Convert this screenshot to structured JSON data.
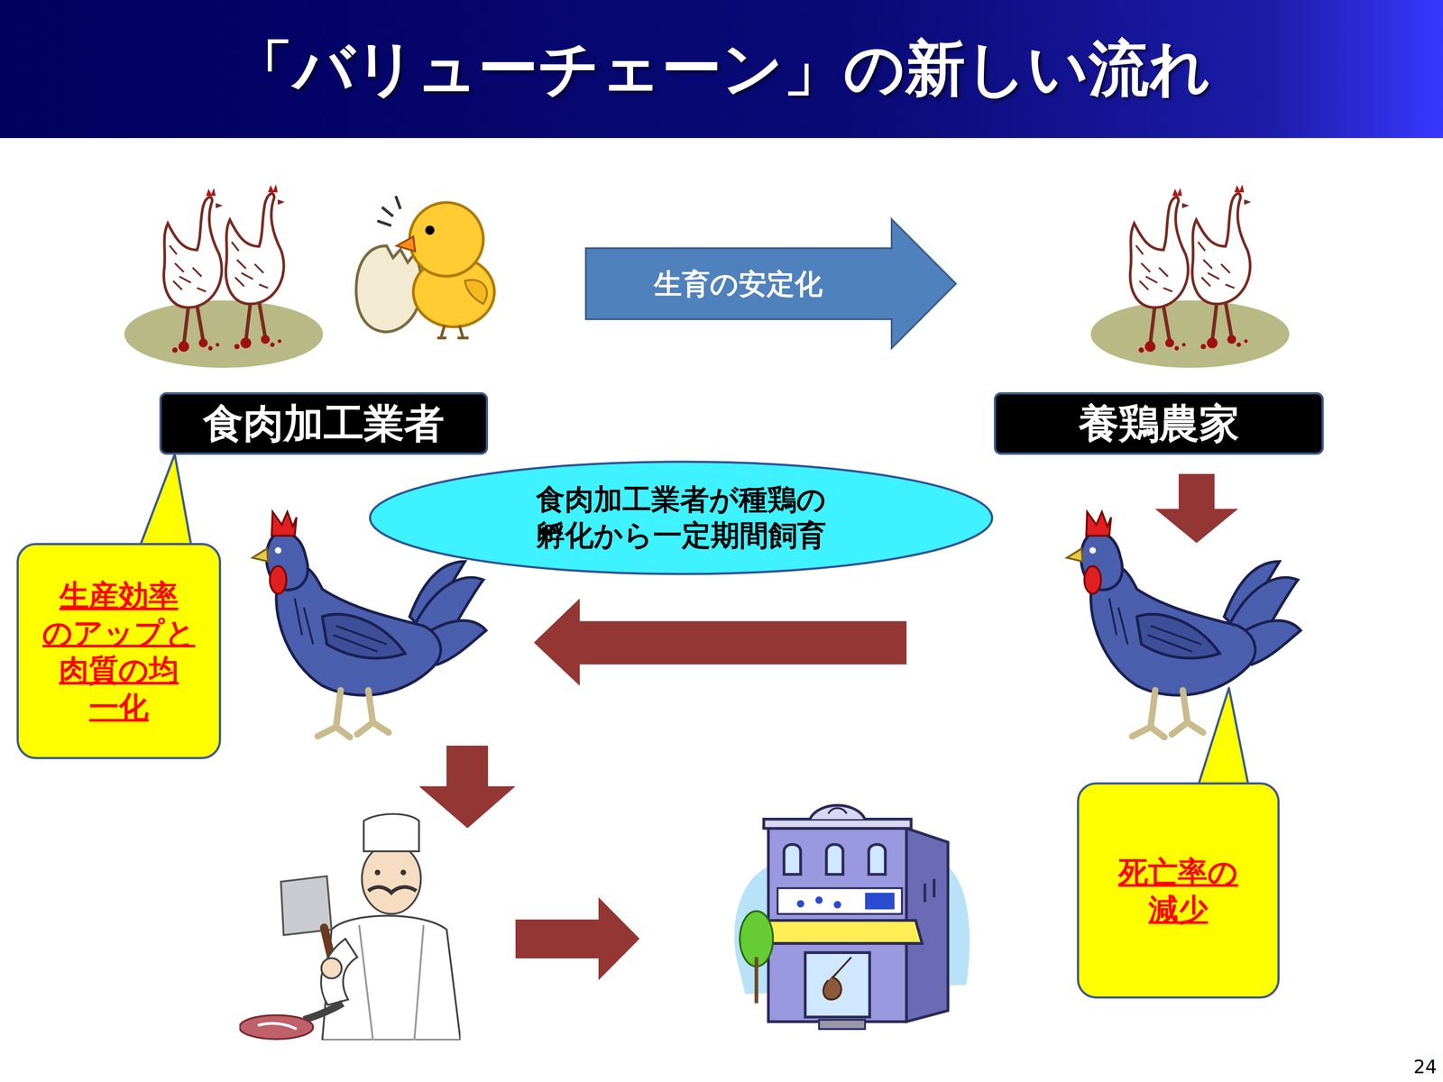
{
  "diagram": {
    "title": "「バリューチェーン」の新しい流れ",
    "nodes": [
      {
        "text": [
          "生育の安定化"
        ]
      },
      {
        "text": [
          "食肉加工業者"
        ]
      },
      {
        "text": [
          "養鶏農家"
        ]
      },
      {
        "text": [
          "食肉加工業者が種鶏の 孵化から一定期間飼育"
        ]
      },
      {
        "text": [
          "生産効率 のアップと 肉質の均 一化"
        ]
      },
      {
        "text": [
          "死亡率の 減少"
        ]
      }
    ],
    "labels": [
      "24"
    ]
  }
}
